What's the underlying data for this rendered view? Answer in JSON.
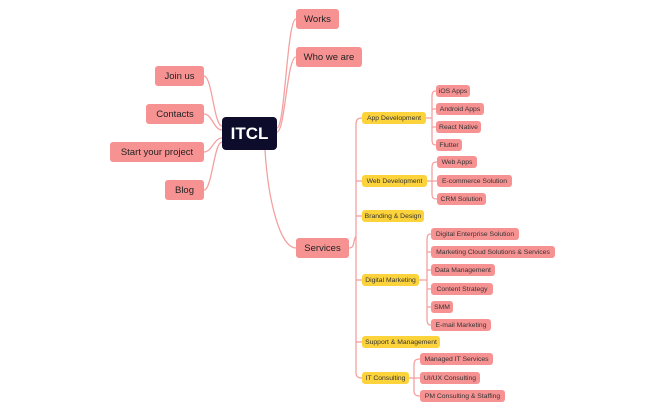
{
  "root": "ITCL",
  "colors": {
    "root": "#0d0d2b",
    "main": "#f79292",
    "sub": "#fdd33c",
    "leaf": "#f79292",
    "link": "#f5a0a0"
  },
  "left": [
    "Join us",
    "Contacts",
    "Start your project",
    "Blog"
  ],
  "right": {
    "works": "Works",
    "who": "Who we are",
    "services": "Services"
  },
  "services": {
    "app": {
      "label": "App Development",
      "items": [
        "iOS Apps",
        "Android Apps",
        "React Native",
        "Flutter"
      ]
    },
    "web": {
      "label": "Web Development",
      "items": [
        "Web Apps",
        "E-commerce Solution",
        "CRM Solution"
      ]
    },
    "branding": {
      "label": "Branding & Design"
    },
    "digital": {
      "label": "Digital Marketing",
      "items": [
        "Digital Enterprise Solution",
        "Marketing Cloud Solutions & Services",
        "Data Management",
        "Content Strategy",
        "SMM",
        "E-mail Marketing"
      ]
    },
    "support": {
      "label": "Support & Management"
    },
    "it": {
      "label": "IT Consulting",
      "items": [
        "Managed IT Services",
        "UI/UX Consulting",
        "PM Consulting & Staffing"
      ]
    }
  }
}
